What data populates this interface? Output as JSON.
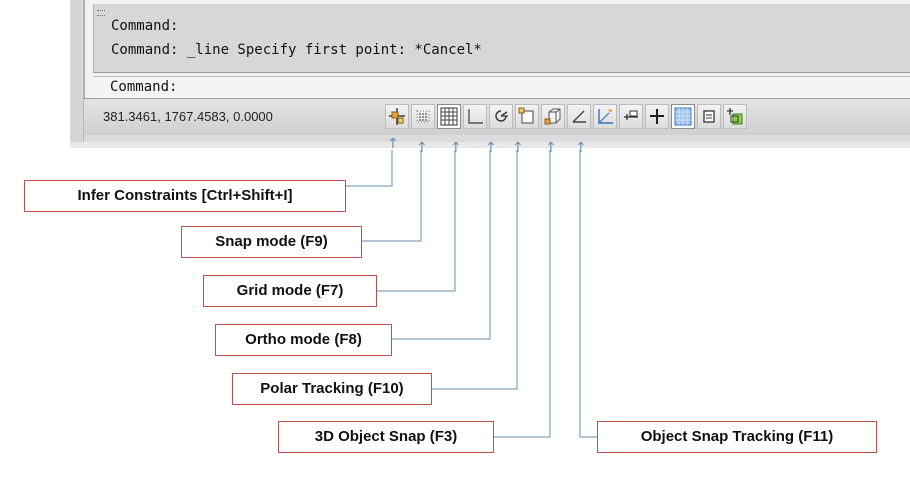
{
  "command_window": {
    "history": [
      "Command:",
      "Command: _line Specify first point: *Cancel*"
    ],
    "prompt": "Command:"
  },
  "status_bar": {
    "coordinates": "381.3461, 1767.4583, 0.0000",
    "buttons": [
      {
        "name": "infer-constraints",
        "icon": "infer-constraints-icon",
        "state": "off"
      },
      {
        "name": "snap-mode",
        "icon": "snap-grid-icon",
        "state": "off"
      },
      {
        "name": "grid-mode",
        "icon": "grid-icon",
        "state": "on"
      },
      {
        "name": "ortho-mode",
        "icon": "ortho-icon",
        "state": "off"
      },
      {
        "name": "polar-tracking",
        "icon": "polar-icon",
        "state": "off"
      },
      {
        "name": "object-snap",
        "icon": "object-snap-icon",
        "state": "off"
      },
      {
        "name": "3d-object-snap",
        "icon": "3d-object-snap-icon",
        "state": "off"
      },
      {
        "name": "object-snap-tracking",
        "icon": "angle-icon",
        "state": "off"
      },
      {
        "name": "dynamic-ucs",
        "icon": "dynamic-ucs-icon",
        "state": "off"
      },
      {
        "name": "dynamic-input",
        "icon": "dynamic-input-icon",
        "state": "off"
      },
      {
        "name": "lineweight",
        "icon": "crosshair-icon",
        "state": "off"
      },
      {
        "name": "transparency",
        "icon": "transparency-icon",
        "state": "on"
      },
      {
        "name": "quick-properties",
        "icon": "quick-properties-icon",
        "state": "off"
      },
      {
        "name": "selection-cycling",
        "icon": "selection-cycling-icon",
        "state": "off"
      }
    ]
  },
  "callouts": [
    {
      "key": "infer",
      "label": "Infer Constraints [Ctrl+Shift+I]"
    },
    {
      "key": "snap",
      "label": "Snap mode (F9)"
    },
    {
      "key": "grid",
      "label": "Grid  mode (F7)"
    },
    {
      "key": "ortho",
      "label": "Ortho mode (F8)"
    },
    {
      "key": "polar",
      "label": "Polar  Tracking (F10)"
    },
    {
      "key": "osnap3d",
      "label": "3D Object Snap (F3)"
    },
    {
      "key": "otrack",
      "label": "Object Snap Tracking  (F11)"
    }
  ],
  "colors": {
    "callout_border": "#c0504d",
    "leader_line": "#6a8fb0",
    "status_bar": "#d6d6d6"
  }
}
